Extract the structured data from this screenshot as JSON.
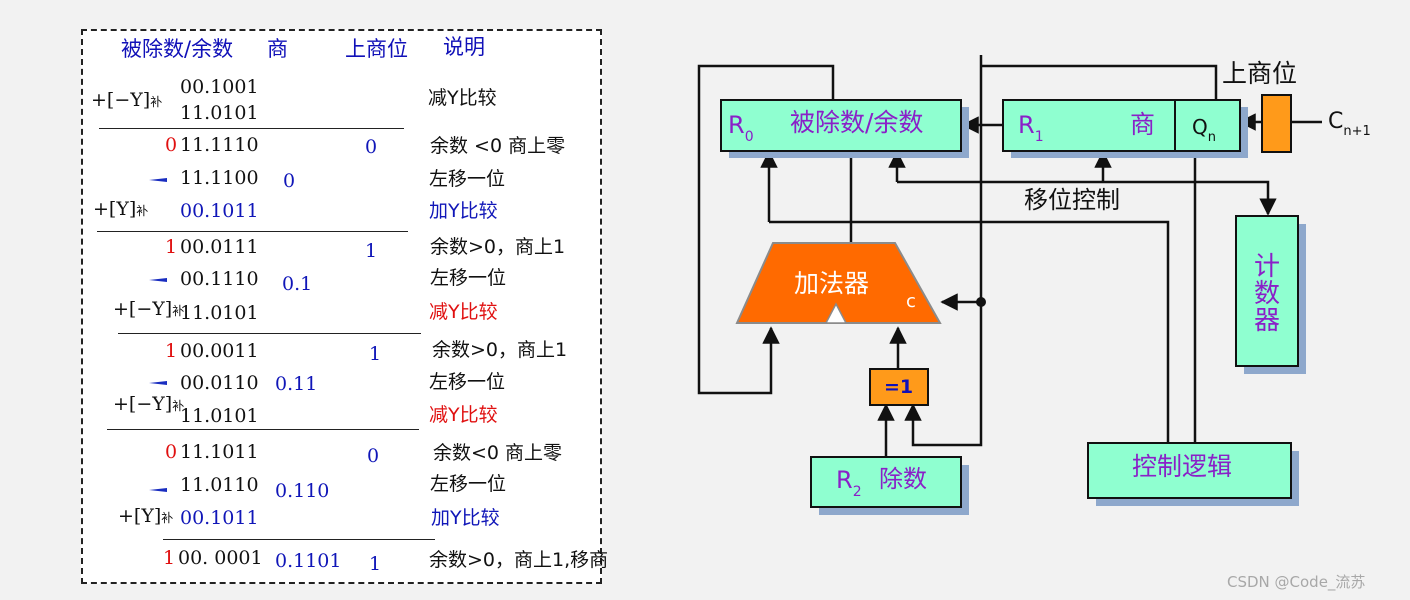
{
  "table": {
    "headers": {
      "dividend": "被除数/余数",
      "quotient": "商",
      "qbit": "上商位",
      "note": "说明"
    },
    "rows": [
      {
        "op": "+[−Y]",
        "op_sub": "补",
        "value1": "00.1001",
        "value2": "11.0101",
        "note": "减Y比较"
      },
      {
        "sign": "0",
        "value": "11.1110",
        "qbit": "0",
        "note": "余数 <0 商上零"
      },
      {
        "value": "11.1100",
        "quotient": "0",
        "note": "左移一位"
      },
      {
        "op": "+[Y]",
        "op_sub": "补",
        "value": "00.1011",
        "note": "加Y比较"
      },
      {
        "sign": "1",
        "value": "00.0111",
        "qbit": "1",
        "note": "余数>0，商上1"
      },
      {
        "value": "00.1110",
        "quotient": "0.1",
        "note": "左移一位"
      },
      {
        "op": "+[−Y]",
        "op_sub": "补",
        "value": "11.0101",
        "note": "减Y比较"
      },
      {
        "sign": "1",
        "value": "00.0011",
        "qbit": "1",
        "note": "余数>0，商上1"
      },
      {
        "value": "00.0110",
        "quotient": "0.11",
        "note": "左移一位"
      },
      {
        "op": "+[−Y]",
        "op_sub": "补",
        "value": "11.0101",
        "note": "减Y比较"
      },
      {
        "sign": "0",
        "value": "11.1011",
        "qbit": "0",
        "note": "余数<0 商上零"
      },
      {
        "value": "11.0110",
        "quotient": "0.110",
        "note": "左移一位"
      },
      {
        "op": "+[Y]",
        "op_sub": "补",
        "value": "00.1011",
        "note": "加Y比较"
      },
      {
        "sign": "1",
        "value": "00. 0001",
        "quotient": "0.1101",
        "qbit": "1",
        "note": "余数>0，商上1,移商"
      }
    ]
  },
  "diagram": {
    "r0": {
      "name": "R",
      "sub": "0",
      "label": "被除数/余数"
    },
    "r1": {
      "name": "R",
      "sub": "1",
      "label": "商",
      "qn": "Q",
      "qn_sub": "n"
    },
    "qbit_label": "上商位",
    "cn": "C",
    "cn_sub": "n+1",
    "shift_label": "移位控制",
    "counter_label": [
      "计",
      "数",
      "器"
    ],
    "adder_label": "加法器",
    "carry_label": "c",
    "xor_label": "=1",
    "r2": {
      "name": "R",
      "sub": "2",
      "label": "除数"
    },
    "control_label": "控制逻辑"
  },
  "colors": {
    "register": "#8fffd0",
    "adder": "#ff6a00",
    "bit": "#ff9a1a",
    "text_purple": "#8a20c8",
    "shadow": "#8ea8cc"
  },
  "watermark": "CSDN @Code_流苏"
}
